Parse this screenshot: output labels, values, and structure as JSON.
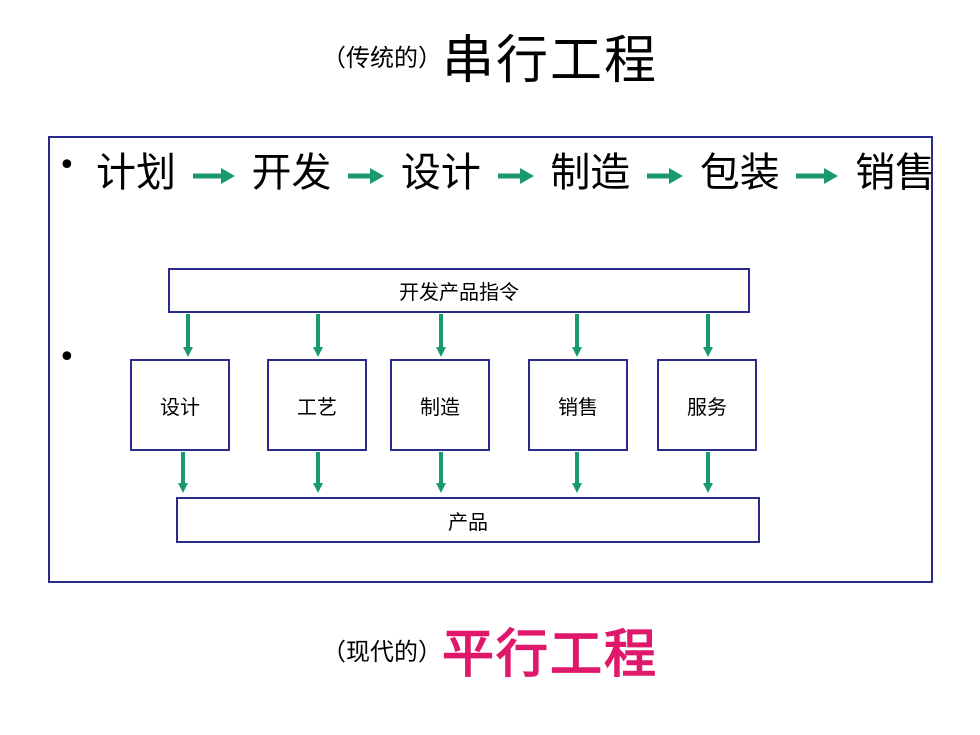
{
  "title_top": {
    "prefix": "（传统的）",
    "main": "串行工程"
  },
  "flow": {
    "bullet": "•",
    "steps": [
      "计划",
      "开发",
      "设计",
      "制造",
      "包装",
      "销售"
    ]
  },
  "diagram": {
    "bullet": "•",
    "top_bar": "开发产品指令",
    "boxes": [
      "设计",
      "工艺",
      "制造",
      "销售",
      "服务"
    ],
    "bottom_bar": "产品"
  },
  "title_bottom": {
    "prefix": "（现代的）",
    "main": "平行工程"
  },
  "colors": {
    "frame_border": "#2a2a8c",
    "arrow_green": "#1a9a6a",
    "emphasis_title": "#e0186c"
  }
}
